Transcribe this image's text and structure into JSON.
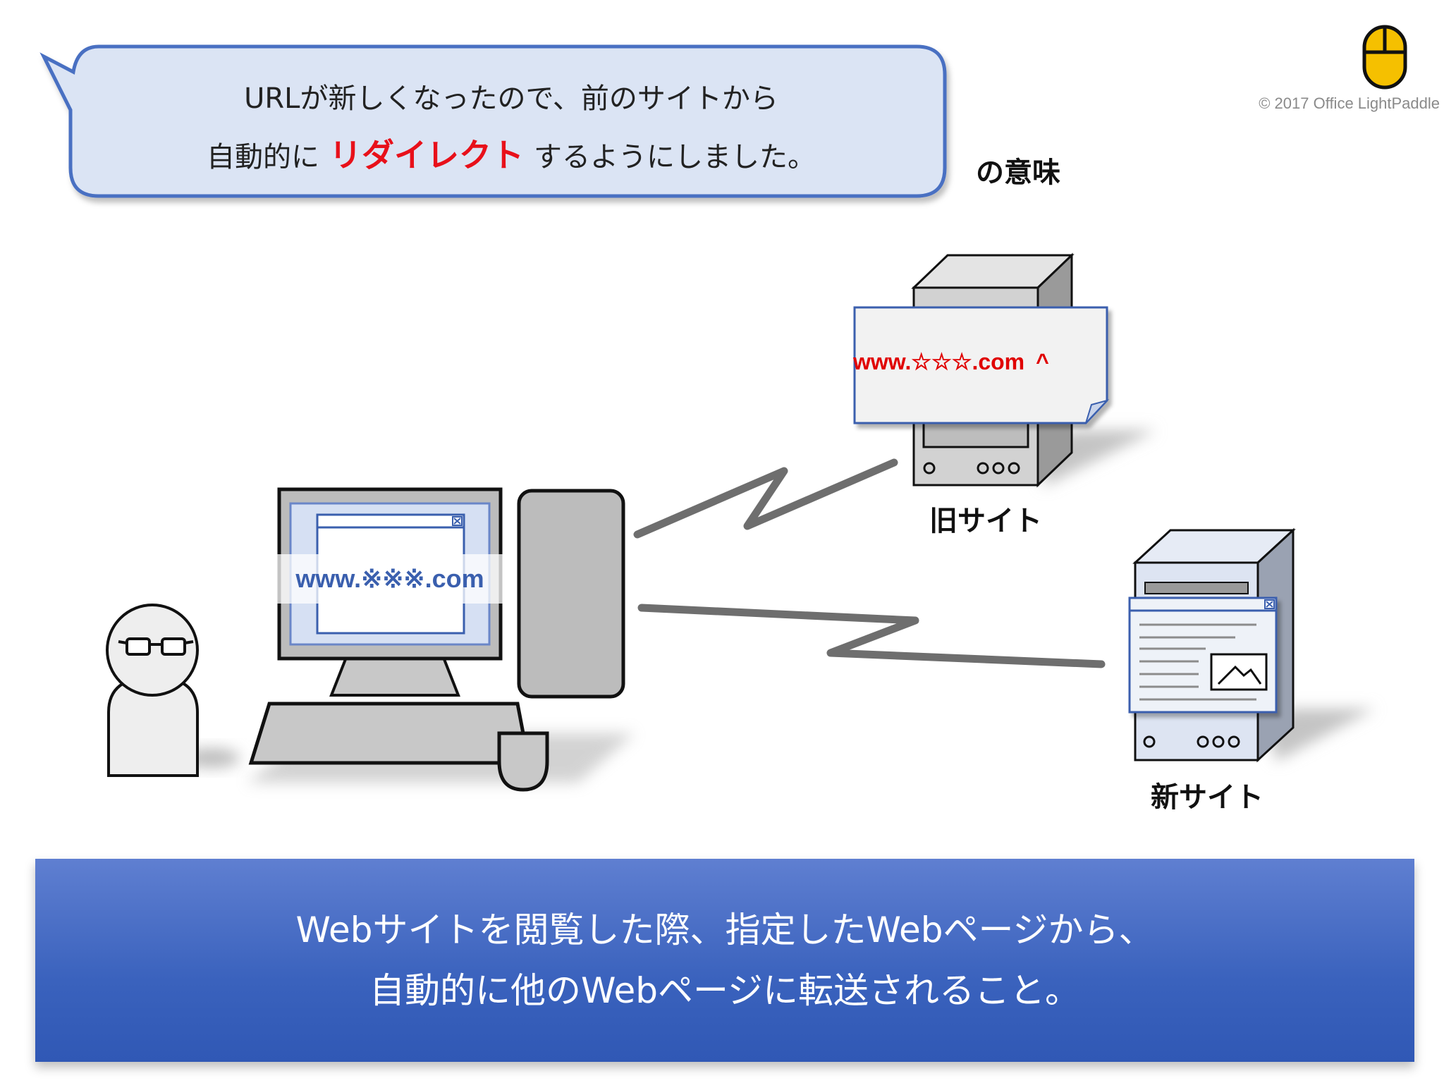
{
  "bubble": {
    "line1": "URLが新しくなったので、前のサイトから",
    "line2_before": "自動的に",
    "line2_highlight": "リダイレクト",
    "line2_after": "するようにしました。"
  },
  "subtitle": "の意味",
  "copyright": "© 2017 Office LightPaddle",
  "old_site": {
    "url": "www.☆☆☆.com",
    "caret": "^",
    "label": "旧サイト"
  },
  "new_site": {
    "label": "新サイト"
  },
  "computer": {
    "url": "www.※※※.com"
  },
  "definition": {
    "line1": "Webサイトを閲覧した際、指定したWebページから、",
    "line2": "自動的に他のWebページに転送されること。"
  },
  "colors": {
    "highlight": "#e8101a",
    "bubble_fill": "#dbe4f4",
    "bubble_stroke": "#4a70c2",
    "old_url": "#e00000",
    "current_url": "#3a5fae",
    "definition_bg": "#4169c4",
    "mouse_logo": "#f5c000"
  },
  "icons": [
    "mouse-logo-icon",
    "close-icon",
    "image-icon",
    "glasses-icon"
  ]
}
